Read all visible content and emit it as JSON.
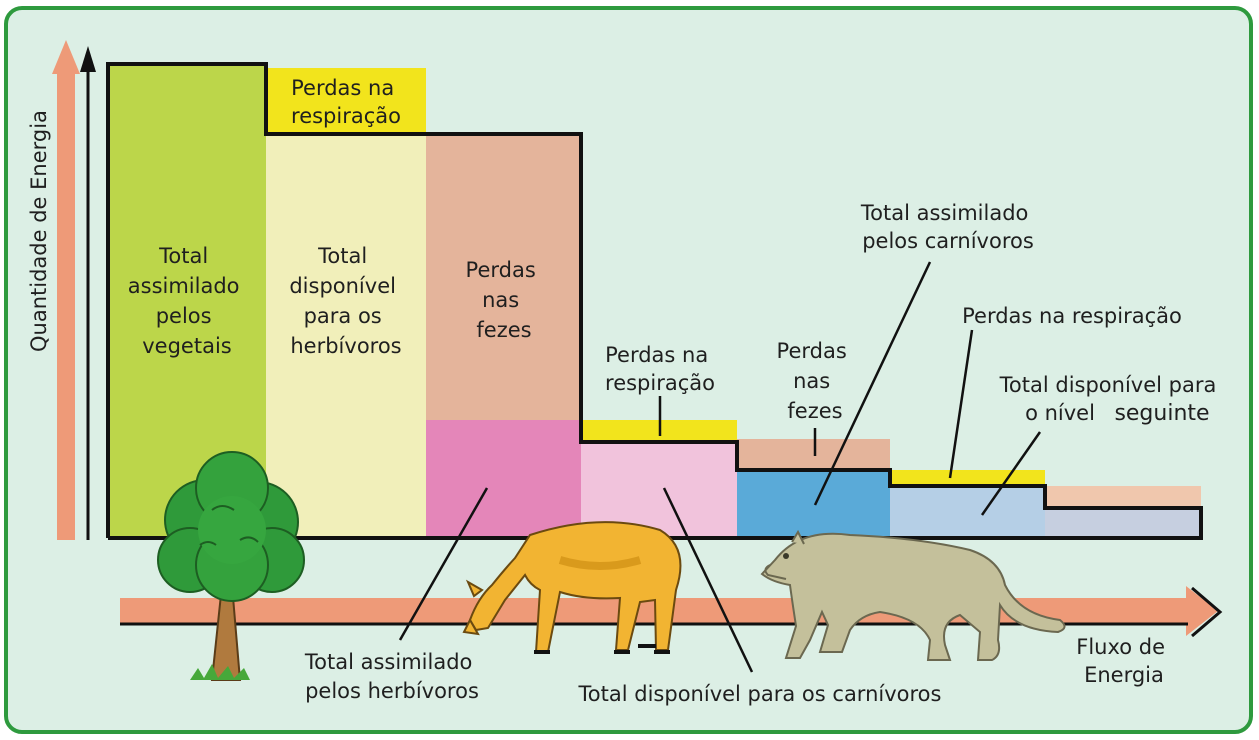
{
  "colors": {
    "background": "#dcefe5",
    "frame": "#2e9a3e",
    "arrow": "#ee9a78",
    "vegetais": "#bcd64a",
    "herbivoros_disponivel": "#f1efba",
    "perdas_fezes": "#e4b49b",
    "herbivoros_assimilado": "#e486b9",
    "respiracao": "#f2e41c",
    "carnivoros_disponivel": "#f1c3dc",
    "carnivoros_assimilado": "#5aaad8",
    "nivel_seguinte": "#b5cfe6"
  },
  "axes": {
    "y_label": "Quantidade de Energia",
    "x_label": [
      "Fluxo de",
      "Energia"
    ]
  },
  "labels": {
    "vegetais": [
      "Total",
      "assimilado",
      "pelos",
      "vegetais"
    ],
    "herbivoros_disponivel": [
      "Total",
      "disponível",
      "para os",
      "herbívoros"
    ],
    "perdas_resp_1": [
      "Perdas na",
      "respiração"
    ],
    "perdas_fezes_1": [
      "Perdas",
      "nas",
      "fezes"
    ],
    "perdas_resp_2": [
      "Perdas na",
      "respiração"
    ],
    "perdas_fezes_2": [
      "Perdas",
      "nas",
      "fezes"
    ],
    "carnivoros_assimilado": [
      "Total assimilado",
      "pelos carnívoros"
    ],
    "perdas_resp_3": "Perdas na respiração",
    "nivel_seguinte": [
      "Total disponível para",
      "o nível",
      "seguinte"
    ],
    "herbivoros_assimilado": [
      "Total assimilado",
      "pelos herbívoros"
    ],
    "carnivoros_disponivel": "Total disponível para os carnívoros"
  },
  "icons": [
    "tree-icon",
    "herbivore-icon",
    "carnivore-icon"
  ]
}
